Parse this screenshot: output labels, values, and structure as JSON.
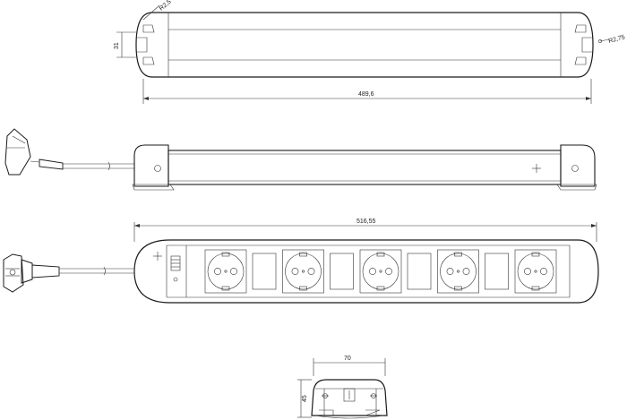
{
  "top_view": {
    "radius_left": "R2,5",
    "height": "31",
    "radius_right": "R2,75",
    "length": "489,6"
  },
  "front_view": {
    "length": "516,55"
  },
  "end_view": {
    "width": "70",
    "height": "45"
  },
  "socket_count": 5
}
